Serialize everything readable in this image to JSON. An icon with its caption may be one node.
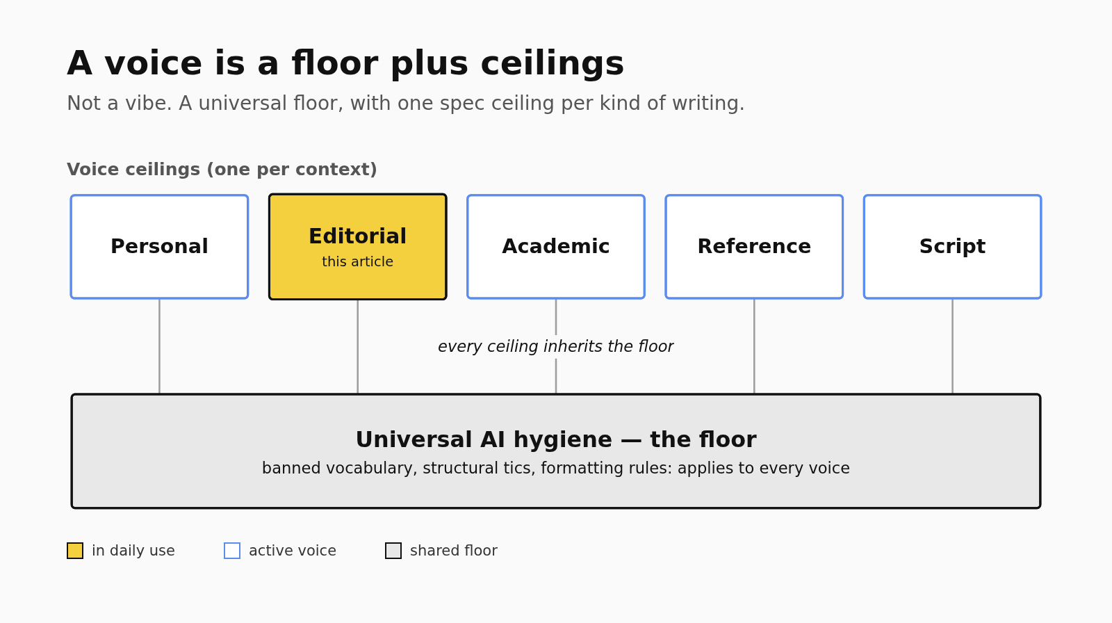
{
  "diagram": {
    "title": "A voice is a floor plus ceilings",
    "nodes": [
      {
        "text": [
          "Personal"
        ]
      },
      {
        "text": [
          "Editorial",
          "this article"
        ]
      },
      {
        "text": [
          "Academic"
        ]
      },
      {
        "text": [
          "Reference"
        ]
      },
      {
        "text": [
          "Script"
        ]
      },
      {
        "text": [
          "Universal AI hygiene — the floor",
          "banned vocabulary, structural tics, formatting rules: applies to every voice"
        ]
      }
    ],
    "edges": [
      {
        "from": 0,
        "to": 5,
        "arrow": "none"
      },
      {
        "from": 1,
        "to": 5,
        "arrow": "none"
      },
      {
        "from": 2,
        "to": 5,
        "arrow": "none",
        "label": "every ceiling inherits the floor"
      },
      {
        "from": 3,
        "to": 5,
        "arrow": "none"
      },
      {
        "from": 4,
        "to": 5,
        "arrow": "none"
      }
    ],
    "labels": [
      "Not a vibe. A universal floor, with one spec ceiling per kind of writing.",
      "Voice ceilings (one per context)"
    ],
    "legend": [
      {
        "text": "in daily use",
        "color": "#f4d03f"
      },
      {
        "text": "active voice",
        "color": "#ffffff"
      },
      {
        "text": "shared floor",
        "color": "#e8e8e8"
      }
    ]
  }
}
